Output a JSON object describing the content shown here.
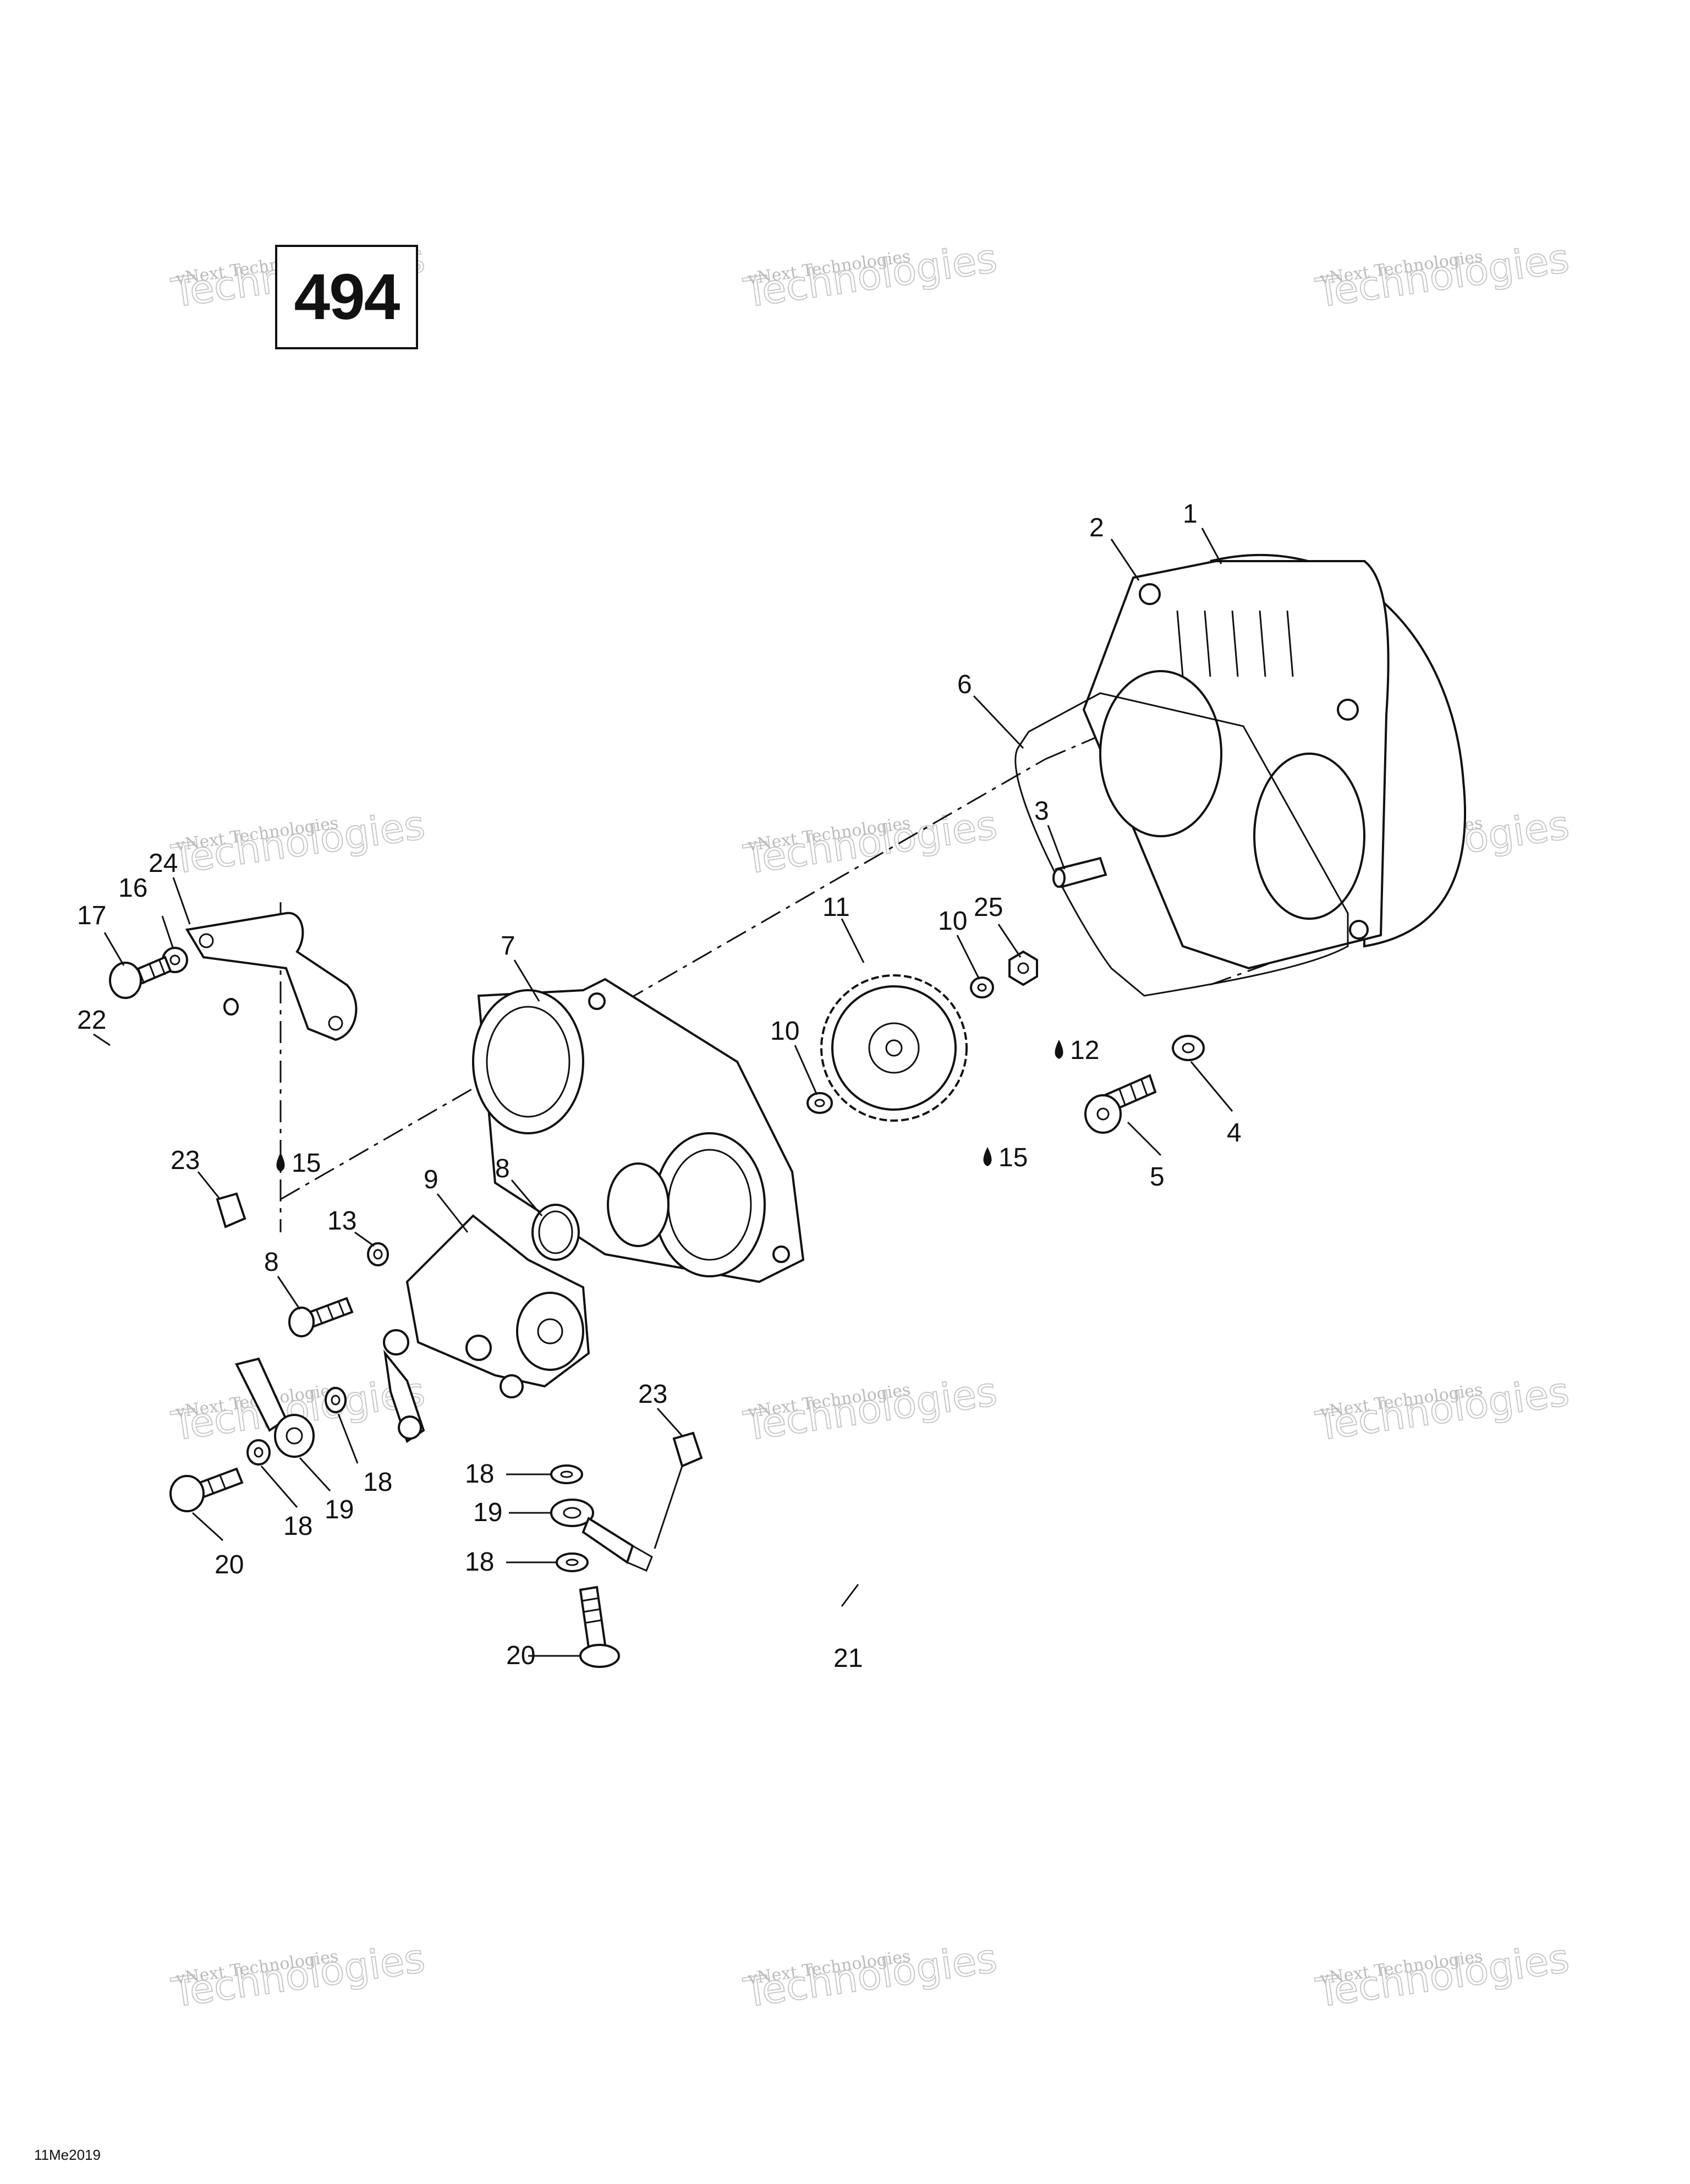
{
  "page": {
    "engine_code": "494",
    "footer_code": "11Me2019",
    "watermark_line1": "vNext Technologies",
    "watermark_line2": "Technologies",
    "watermark_small": "vNext"
  },
  "callouts": [
    {
      "id": "c1",
      "label": "1"
    },
    {
      "id": "c2",
      "label": "2"
    },
    {
      "id": "c3",
      "label": "3"
    },
    {
      "id": "c4",
      "label": "4"
    },
    {
      "id": "c5",
      "label": "5"
    },
    {
      "id": "c6",
      "label": "6"
    },
    {
      "id": "c7",
      "label": "7"
    },
    {
      "id": "c8a",
      "label": "8"
    },
    {
      "id": "c8b",
      "label": "8"
    },
    {
      "id": "c9",
      "label": "9"
    },
    {
      "id": "c10a",
      "label": "10"
    },
    {
      "id": "c10b",
      "label": "10"
    },
    {
      "id": "c11",
      "label": "11"
    },
    {
      "id": "c12",
      "label": "12"
    },
    {
      "id": "c13",
      "label": "13"
    },
    {
      "id": "c15a",
      "label": "15"
    },
    {
      "id": "c15b",
      "label": "15"
    },
    {
      "id": "c16",
      "label": "16"
    },
    {
      "id": "c17",
      "label": "17"
    },
    {
      "id": "c18a",
      "label": "18"
    },
    {
      "id": "c18b",
      "label": "18"
    },
    {
      "id": "c18c",
      "label": "18"
    },
    {
      "id": "c18d",
      "label": "18"
    },
    {
      "id": "c19a",
      "label": "19"
    },
    {
      "id": "c19b",
      "label": "19"
    },
    {
      "id": "c20a",
      "label": "20"
    },
    {
      "id": "c20b",
      "label": "20"
    },
    {
      "id": "c21",
      "label": "21"
    },
    {
      "id": "c22",
      "label": "22"
    },
    {
      "id": "c23a",
      "label": "23"
    },
    {
      "id": "c23b",
      "label": "23"
    },
    {
      "id": "c24",
      "label": "24"
    },
    {
      "id": "c25",
      "label": "25"
    }
  ]
}
